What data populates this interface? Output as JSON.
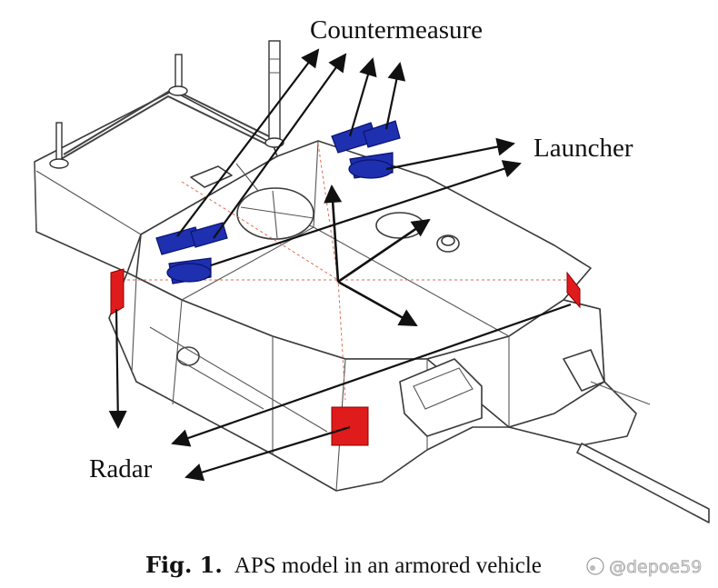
{
  "labels": {
    "countermeasure": "Countermeasure",
    "launcher": "Launcher",
    "radar": "Radar"
  },
  "caption": {
    "prefix": "Fig. 1.",
    "text": "APS model in an armored vehicle"
  },
  "watermark": "@depoe59",
  "colors": {
    "launcher": "#1e2fb0",
    "radar_panel": "#e01b1b",
    "dashed_guides": "#e06a4a",
    "outline": "#3a3a3a"
  }
}
